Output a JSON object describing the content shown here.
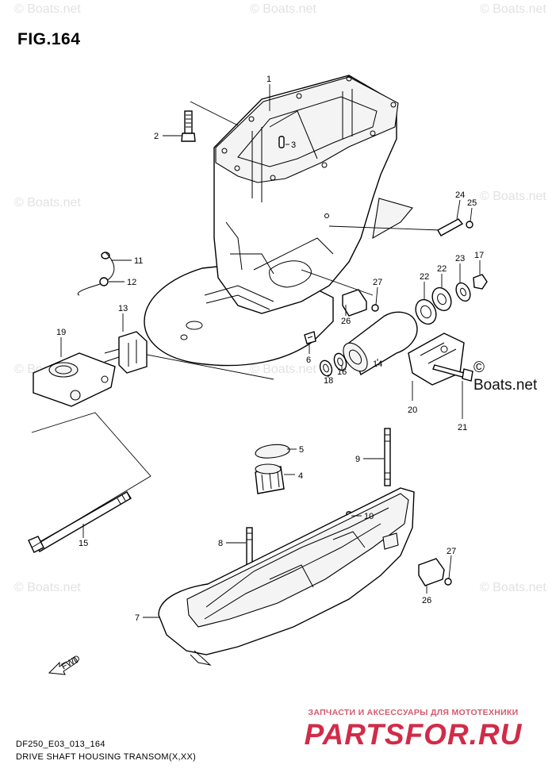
{
  "figure": {
    "title": "FIG.164",
    "diagram_code": "DF250_E03_013_164",
    "caption": "DRIVE SHAFT HOUSING TRANSOM(X,XX)"
  },
  "callouts": [
    "1",
    "2",
    "3",
    "4",
    "5",
    "6",
    "7",
    "8",
    "9",
    "10",
    "11",
    "12",
    "13",
    "14",
    "15",
    "16",
    "17",
    "18",
    "19",
    "20",
    "21",
    "22",
    "22",
    "23",
    "24",
    "25",
    "26",
    "26",
    "27",
    "27"
  ],
  "fwd_marker": "FWD",
  "watermarks": {
    "main": "© Boats.net",
    "faint": "© Boats.net"
  },
  "shop_banner": {
    "tagline": "ЗАПЧАСТИ И АКСЕССУАРЫ ДЛЯ МОТОТЕХНИКИ",
    "logo": "PARTSFOR.RU"
  }
}
